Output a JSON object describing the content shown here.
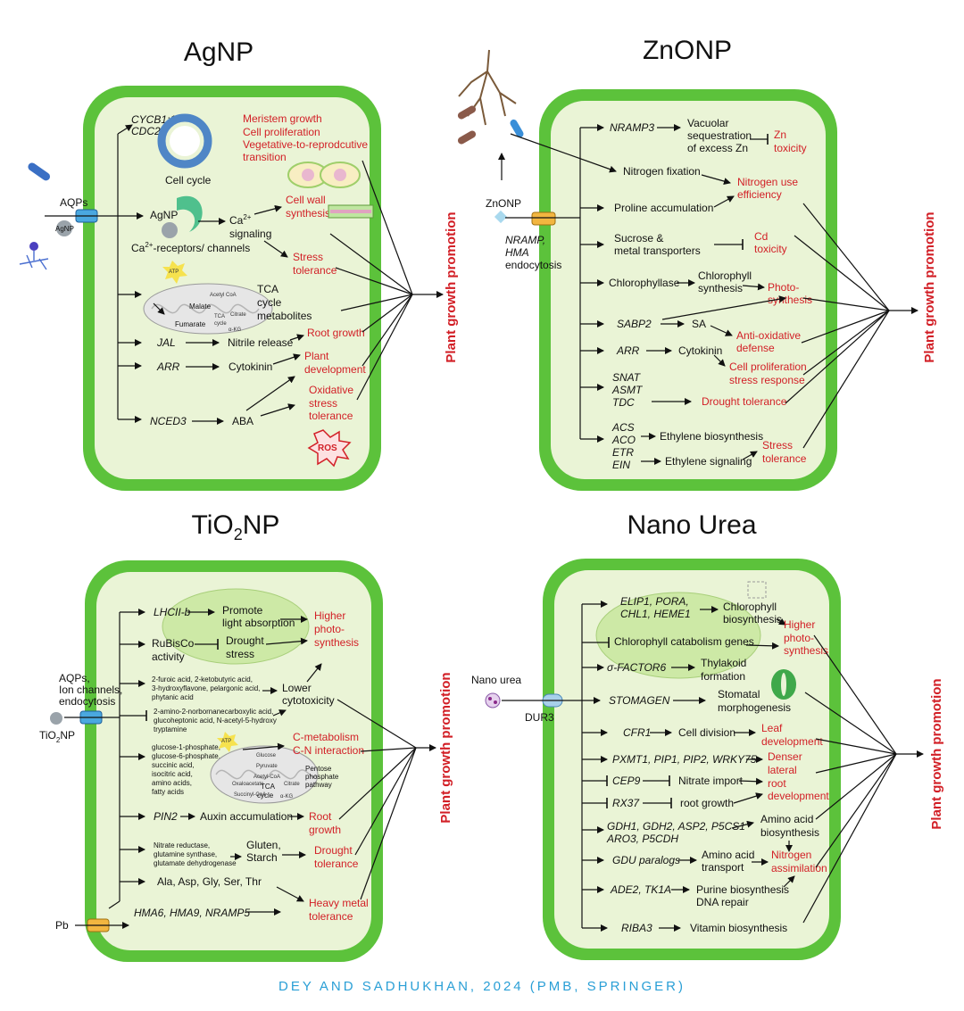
{
  "credit": "DEY AND SADHUKHAN, 2024 (PMB, SPRINGER)",
  "colors": {
    "cell_wall": "#5cc23b",
    "cytoplasm": "#eaf4d6",
    "effect": "#d21f26",
    "credit": "#2a9fd6"
  },
  "agnp": {
    "title": "AgNP",
    "outcome": "Plant growth promotion",
    "cycb": "CYCB1;1",
    "cdc2": "CDC2",
    "meristem": "Meristem growth",
    "prolif": "Cell proliferation",
    "veg": "Vegetative-to-reprodcutive",
    "transition": "transition",
    "cell_cycle": "Cell cycle",
    "aqps": "AQPs",
    "agnp_entry": "AgNP",
    "agnp_inside": "AgNP",
    "ca": "Ca",
    "ca_sup": "2+",
    "signaling": "signaling",
    "receptors_ca": "Ca",
    "receptors_sup": "2+",
    "receptors_rest": "-receptors/ channels",
    "cellwall1": "Cell wall",
    "cellwall2": "synthesis",
    "stress1": "Stress",
    "stress2": "tolerance",
    "atp": "ATP",
    "acetyl": "Acetyl CoA",
    "malate": "Malate",
    "tca": "TCA",
    "cycle": "cycle",
    "citrate": "Citrate",
    "fumarate": "Fumarate",
    "akg": "α-KG",
    "tca1": "TCA",
    "tca2": "cycle",
    "tca3": "metabolites",
    "jal": "JAL",
    "nitrile": "Nitrile release",
    "rootgrowth": "Root growth",
    "arr": "ARR",
    "cytokinin": "Cytokinin",
    "plantdev1": "Plant",
    "plantdev2": "development",
    "nced3": "NCED3",
    "aba": "ABA",
    "ox1": "Oxidative",
    "ox2": "stress",
    "ox3": "tolerance",
    "ros": "ROS"
  },
  "znonp": {
    "title": "ZnONP",
    "outcome": "Plant growth promotion",
    "znonp_label": "ZnONP",
    "nramp": "NRAMP,",
    "hma": "HMA",
    "endo": "endocytosis",
    "nramp3": "NRAMP3",
    "vac1": "Vacuolar",
    "vac2": "sequestration",
    "vac3": "of excess Zn",
    "zn1": "Zn",
    "zn2": "toxicity",
    "nfix": "Nitrogen fixation",
    "nuse1": "Nitrogen use",
    "nuse2": "efficiency",
    "proline": "Proline accumulation",
    "sucrose1": "Sucrose &",
    "sucrose2": "metal transporters",
    "cd1": "Cd",
    "cd2": "toxicity",
    "chlase": "Chlorophyllase",
    "chlsyn1": "Chlorophyll",
    "chlsyn2": "synthesis",
    "photo1": "Photo-",
    "photo2": "synthesis",
    "sabp2": "SABP2",
    "sa": "SA",
    "antiox1": "Anti-oxidative",
    "antiox2": "defense",
    "arr": "ARR",
    "cytokinin": "Cytokinin",
    "prolif1": "Cell proliferation",
    "prolif2": "stress response",
    "snat": "SNAT",
    "asmt": "ASMT",
    "tdc": "TDC",
    "drought": "Drought tolerance",
    "acs": "ACS",
    "aco": "ACO",
    "etr": "ETR",
    "ein": "EIN",
    "ethbio": "Ethylene biosynthesis",
    "ethsig": "Ethylene signaling",
    "stress1": "Stress",
    "stress2": "tolerance"
  },
  "tio2np": {
    "title_a": "TiO",
    "title_sub": "2",
    "title_b": "NP",
    "outcome": "Plant growth promotion",
    "aqps1": "AQPs,",
    "aqps2": "Ion channels,",
    "aqps3": "endocytosis",
    "np_a": "TiO",
    "np_sub": "2",
    "np_b": "NP",
    "pb": "Pb",
    "lhc": "LHCII-b",
    "promote1": "Promote",
    "promote2": "light absorption",
    "higher1": "Higher",
    "higher2": "photo-",
    "higher3": "synthesis",
    "rubisco1": "RuBisCo",
    "rubisco2": "activity",
    "drought1": "Drought",
    "drought2": "stress",
    "acids1": "2-furoic acid, 2-ketobutyric acid,",
    "acids2": "3-hydroxyflavone, pelargonic acid,",
    "acids3": "phytanic acid",
    "lower1": "Lower",
    "lower2": "cytotoxicity",
    "amino1": "2-amino-2-norbornanecarboxylic acid,",
    "amino2": "glucoheptonic acid, N-acetyl-5-hydroxy",
    "amino3": "tryptamine",
    "glu1": "glucose-1-phosphate,",
    "glu2": "glucose-6-phosphate,",
    "glu3": "succinic acid,",
    "glu4": "isocitric acid,",
    "glu5": "amino acids,",
    "glu6": "fatty acids",
    "atp": "ATP",
    "glucose": "Glucose",
    "pyruvate": "Pyruvate",
    "acetylcoa": "Acetyl-CoA",
    "oxalo": "Oxaloacetate",
    "citrate": "Citrate",
    "tca": "TCA",
    "cycle": "cycle",
    "succinyl": "Succinyl-CoA",
    "akg": "α-KG",
    "cmet1": "C-metabolism",
    "cmet2": "C-N interaction",
    "pent1": "Pentose",
    "pent2": "phosphate",
    "pent3": "pathway",
    "pin2": "PIN2",
    "auxin": "Auxin accumulation",
    "root1": "Root",
    "root2": "growth",
    "nitrate1": "Nitrate reductase,",
    "nitrate2": "glutamine synthase,",
    "nitrate3": "glutamate dehydrogenase",
    "gluten1": "Gluten,",
    "gluten2": "Starch",
    "drt1": "Drought",
    "drt2": "tolerance",
    "ala": "Ala, Asp, Gly, Ser, Thr",
    "hma": "HMA6, HMA9, NRAMP5",
    "heavy1": "Heavy metal",
    "heavy2": "tolerance"
  },
  "nanourea": {
    "title": "Nano Urea",
    "outcome": "Plant growth promotion",
    "entry": "Nano urea",
    "dur3": "DUR3",
    "elip1": "ELIP1, PORA,",
    "elip2": "CHL1, HEME1",
    "chlbio1": "Chlorophyll",
    "chlbio2": "biosynthesis",
    "higher1": "Higher",
    "higher2": "photo-",
    "higher3": "synthesis",
    "catab": "Chlorophyll catabolism genes",
    "sigma": "σ-FACTOR6",
    "thyl1": "Thylakoid",
    "thyl2": "formation",
    "stomagen": "STOMAGEN",
    "stom1": "Stomatal",
    "stom2": "morphogenesis",
    "cfr1": "CFR1",
    "celldiv": "Cell division",
    "leaf1": "Leaf",
    "leaf2": "development",
    "pxmt": "PXMT1, PIP1, PIP2, WRKY75",
    "dense1": "Denser",
    "dense2": "lateral",
    "dense3": "root",
    "dense4": "development",
    "cep9": "CEP9",
    "nitrate": "Nitrate import",
    "rx37": "RX37",
    "rootgrowth": "root growth",
    "gdh1": "GDH1, GDH2, ASP2, P5CS1",
    "gdh2": "ARO3, P5CDH",
    "amino1": "Amino acid",
    "amino2": "biosynthesis",
    "gdu": "GDU paralogs",
    "aat1": "Amino acid",
    "aat2": "transport",
    "nass1": "Nitrogen",
    "nass2": "assimilation",
    "ade": "ADE2, TK1A",
    "purine1": "Purine biosynthesis",
    "purine2": "DNA repair",
    "riba": "RIBA3",
    "vitamin": "Vitamin biosynthesis"
  }
}
